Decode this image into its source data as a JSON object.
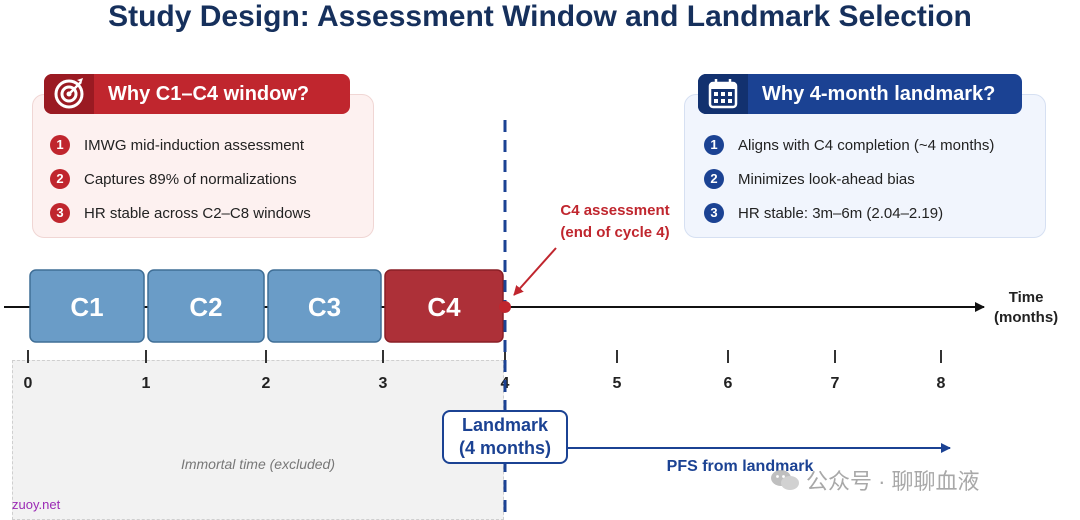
{
  "title": "Study Design: Assessment Window and Landmark Selection",
  "left_panel": {
    "heading": "Why C1–C4 window?",
    "icon": "target-icon",
    "items": [
      {
        "num": "1",
        "text": "IMWG mid-induction assessment"
      },
      {
        "num": "2",
        "text": "Captures 89% of normalizations"
      },
      {
        "num": "3",
        "text": "HR stable across C2–C8 windows"
      }
    ]
  },
  "right_panel": {
    "heading": "Why 4-month landmark?",
    "icon": "calendar-icon",
    "items": [
      {
        "num": "1",
        "text": "Aligns with C4 completion (~4 months)"
      },
      {
        "num": "2",
        "text": "Minimizes look-ahead bias"
      },
      {
        "num": "3",
        "text": "HR stable: 3m–6m (2.04–2.19)"
      }
    ]
  },
  "timeline": {
    "axis_label_line1": "Time",
    "axis_label_line2": "(months)",
    "ticks": [
      0,
      1,
      2,
      3,
      4,
      5,
      6,
      7,
      8
    ],
    "cycles": [
      {
        "label": "C1",
        "start": 0,
        "end": 1,
        "color": "#6a9cc7"
      },
      {
        "label": "C2",
        "start": 1,
        "end": 2,
        "color": "#6a9cc7"
      },
      {
        "label": "C3",
        "start": 2,
        "end": 3,
        "color": "#6a9cc7"
      },
      {
        "label": "C4",
        "start": 3,
        "end": 4,
        "color": "#ad3038"
      }
    ],
    "landmark_month": 4
  },
  "c4_note": {
    "line1": "C4 assessment",
    "line2": "(end of cycle 4)"
  },
  "landmark": {
    "line1": "Landmark",
    "line2": "(4 months)"
  },
  "pfs_label": "PFS from landmark",
  "immortal_label": "Immortal time (excluded)",
  "watermark": {
    "site": "zuoy.net",
    "wechat": "公众号 · 聊聊血液"
  },
  "colors": {
    "red": "#c0262e",
    "blue": "#1b4293",
    "cycle_blue": "#6a9cc7",
    "cycle_red": "#ad3038"
  }
}
